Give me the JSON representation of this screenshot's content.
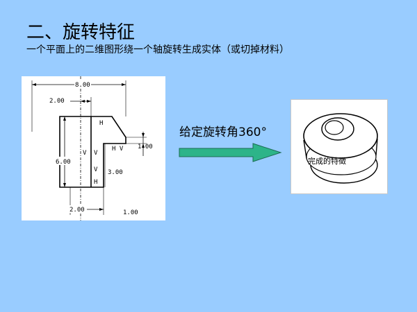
{
  "slide": {
    "title": "二、旋转特征",
    "subtitle": "一个平面上的二维图形绕一个轴旋转生成实体（或切掉材料）"
  },
  "sketch": {
    "dimensions": {
      "top_width": "8.00",
      "left_offset": "2.00",
      "height": "6.00",
      "step_height": "1.00",
      "inner_height": "3.00",
      "bottom_left": "2.00",
      "bottom_right": "1.00"
    },
    "constraints": {
      "h_top": "H",
      "h_bottom": "H",
      "v_a": "V",
      "v_b": "V",
      "v_c": "V",
      "hv": "H V"
    }
  },
  "annotation": {
    "caption": "给定旋转角360°",
    "arrow_color": "#2db489"
  },
  "result": {
    "label": "完成的特徵"
  }
}
